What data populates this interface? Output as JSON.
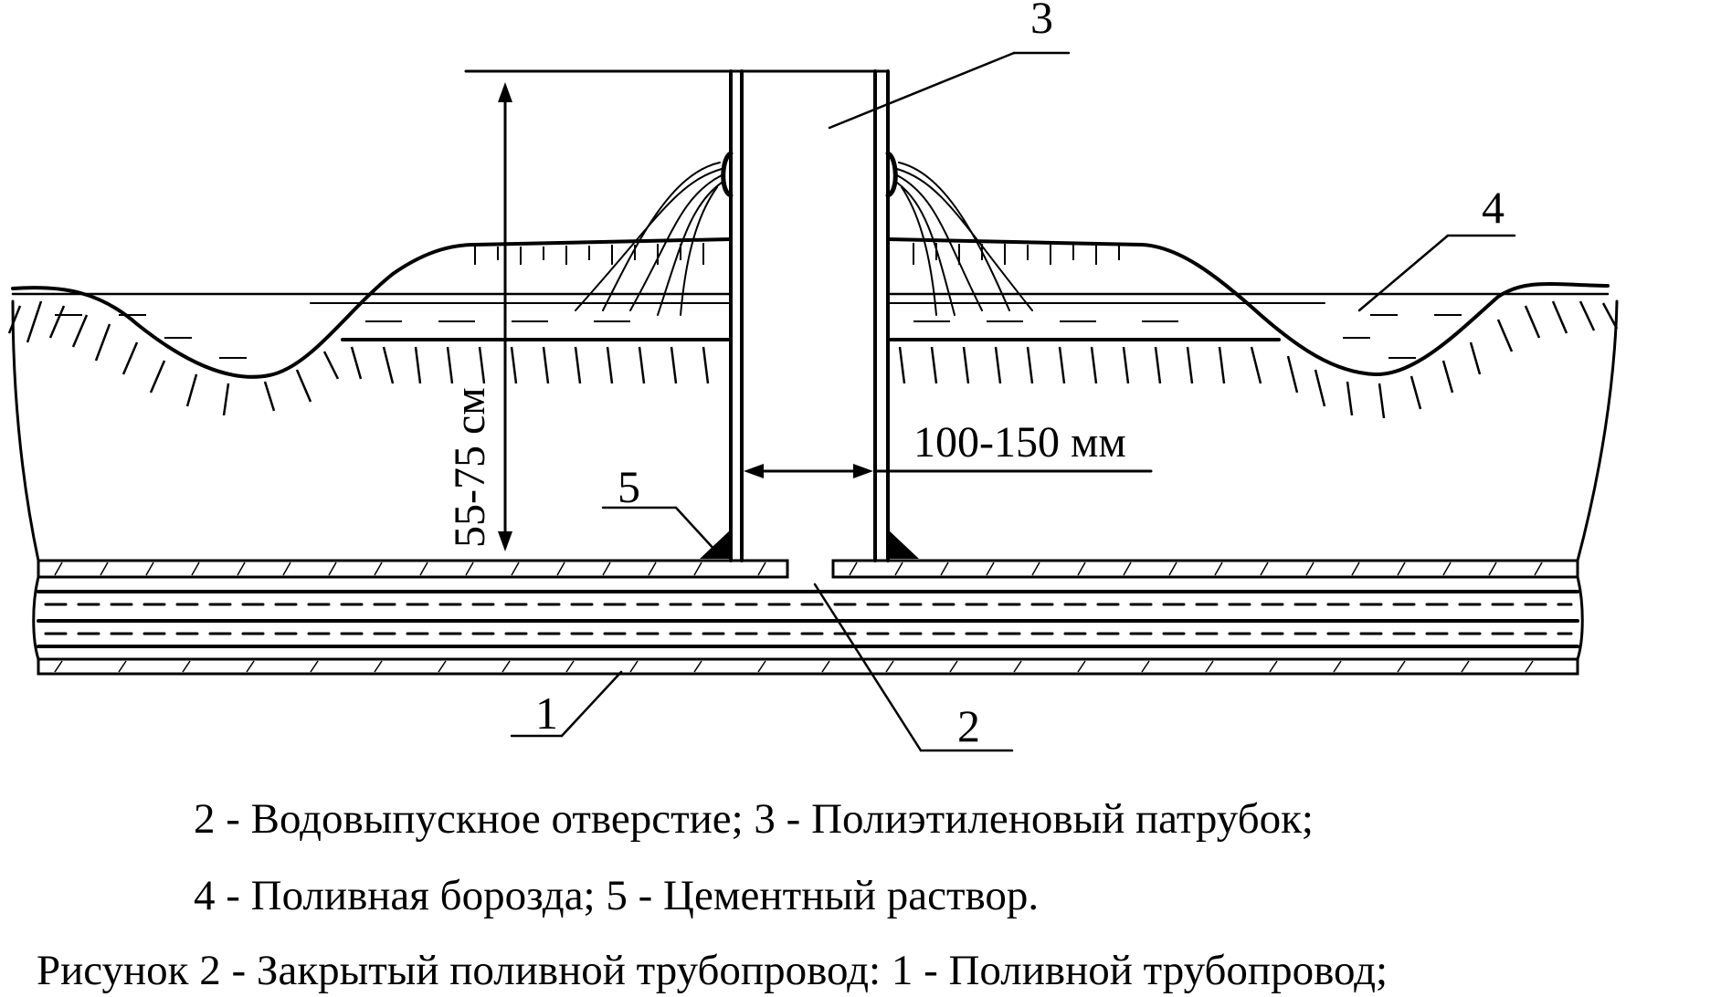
{
  "labels": {
    "pipeline": "1",
    "outlet": "2",
    "nozzle": "3",
    "furrow": "4",
    "cement": "5"
  },
  "dimensions": {
    "height": "55-75 см",
    "diameter": "100-150 мм"
  },
  "caption": {
    "line1": "Рисунок 2 -  Закрытый поливной трубопровод: 1 - Поливной трубопровод;",
    "line2": "2 - Водовыпускное отверстие;  3 - Полиэтиленовый патрубок;",
    "line3": "4 - Поливная борозда; 5 - Цементный раствор."
  },
  "colors": {
    "ink": "#000000",
    "paper": "#ffffff"
  }
}
